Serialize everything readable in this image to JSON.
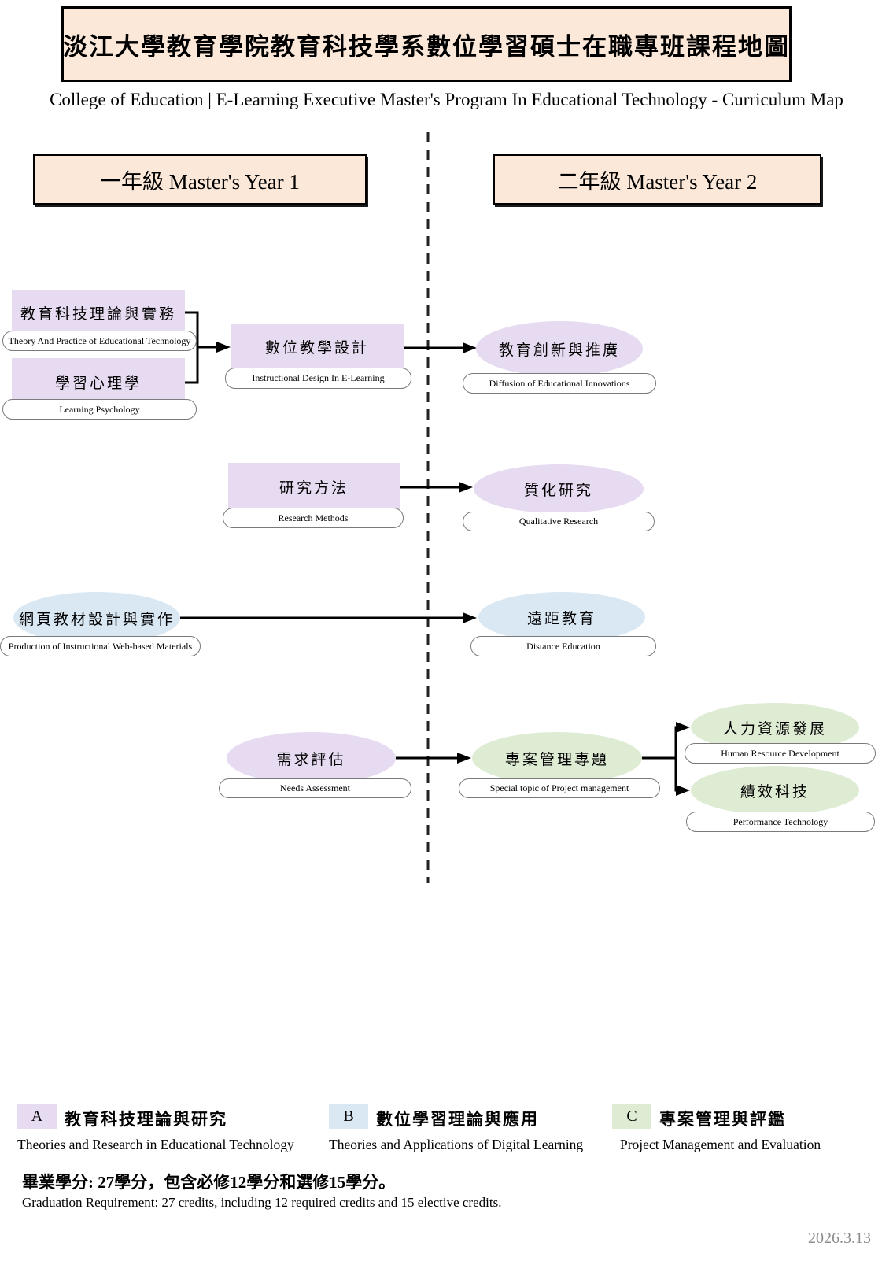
{
  "title": "淡江大學教育學院教育科技學系數位學習碩士在職專班課程地圖",
  "subtitle": "College of Education | E-Learning Executive Master's Program In Educational Technology  - Curriculum Map",
  "columns": {
    "year1": "一年級  Master's Year 1",
    "year2": "二年級  Master's Year 2"
  },
  "courses": {
    "theory_practice": {
      "zh": "教育科技理論與實務",
      "en": "Theory And Practice of Educational Technology"
    },
    "learning_psych": {
      "zh": "學習心理學",
      "en": "Learning Psychology"
    },
    "instructional_design": {
      "zh": "數位教學設計",
      "en": "Instructional Design In E-Learning"
    },
    "diffusion": {
      "zh": "教育創新與推廣",
      "en": "Diffusion of Educational Innovations"
    },
    "research_methods": {
      "zh": "研究方法",
      "en": "Research Methods"
    },
    "qualitative": {
      "zh": "質化研究",
      "en": "Qualitative Research"
    },
    "web_materials": {
      "zh": "網頁教材設計與實作",
      "en": "Production of Instructional Web-based Materials"
    },
    "distance_ed": {
      "zh": "遠距教育",
      "en": "Distance Education"
    },
    "needs_assessment": {
      "zh": "需求評估",
      "en": "Needs Assessment"
    },
    "project_mgmt": {
      "zh": "專案管理專題",
      "en": "Special topic of Project management"
    },
    "hrd": {
      "zh": "人力資源發展",
      "en": "Human Resource Development"
    },
    "perf_tech": {
      "zh": "績效科技",
      "en": "Performance Technology"
    }
  },
  "legend": [
    {
      "key": "A",
      "zh": "教育科技理論與研究",
      "en": "Theories and Research in Educational Technology",
      "color": "#E7DBF1"
    },
    {
      "key": "B",
      "zh": "數位學習理論與應用",
      "en": "Theories and Applications of Digital Learning",
      "color": "#DAE8F4"
    },
    {
      "key": "C",
      "zh": "專案管理與評鑑",
      "en": "Project Management and Evaluation",
      "color": "#DFECD4"
    }
  ],
  "graduation": {
    "zh": "畢業學分: 27學分，包含必修12學分和選修15學分。",
    "en": "Graduation Requirement: 27 credits, including 12 required credits and 15 elective credits."
  },
  "date": "2026.3.13",
  "colors": {
    "banner_peach": "#FBE8D9",
    "category_a_purple": "#E7DBF1",
    "category_b_blue": "#DAE8F4",
    "category_c_green": "#DFECD4",
    "arrow_black": "#000000",
    "date_gray": "#8C8C8C"
  }
}
